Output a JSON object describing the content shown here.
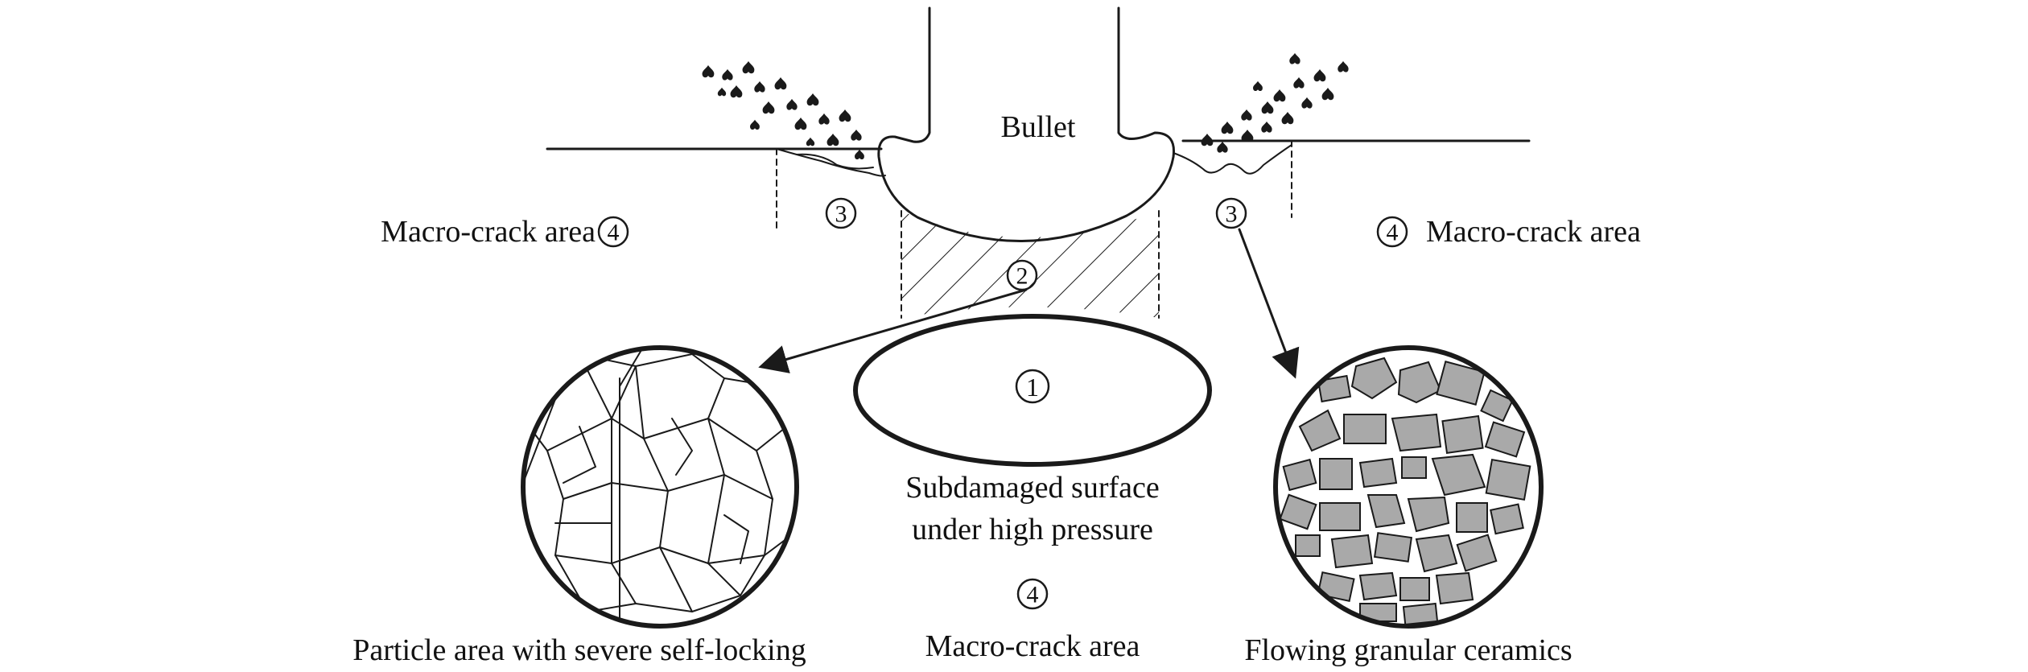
{
  "labels": {
    "bullet": "Bullet",
    "macro_crack_left": "Macro-crack area",
    "macro_crack_right": "Macro-crack area",
    "macro_crack_bottom": "Macro-crack area",
    "subdamaged_line1": "Subdamaged surface",
    "subdamaged_line2": "under high pressure",
    "particle_area": "Particle area with severe self-locking",
    "flowing_ceramics": "Flowing granular ceramics"
  },
  "markers": {
    "m1": "1",
    "m2": "2",
    "m3_left": "3",
    "m3_right": "3",
    "m4_left": "4",
    "m4_right": "4",
    "m4_bottom": "4"
  },
  "colors": {
    "line": "#1a1a1a",
    "particle_fill": "#a9a9a9",
    "fragment_fill": "#1a1a1a",
    "background": "#ffffff"
  },
  "icons": {
    "circled_number": "circle-outline",
    "ceramic_fragment": "spade-shape"
  }
}
